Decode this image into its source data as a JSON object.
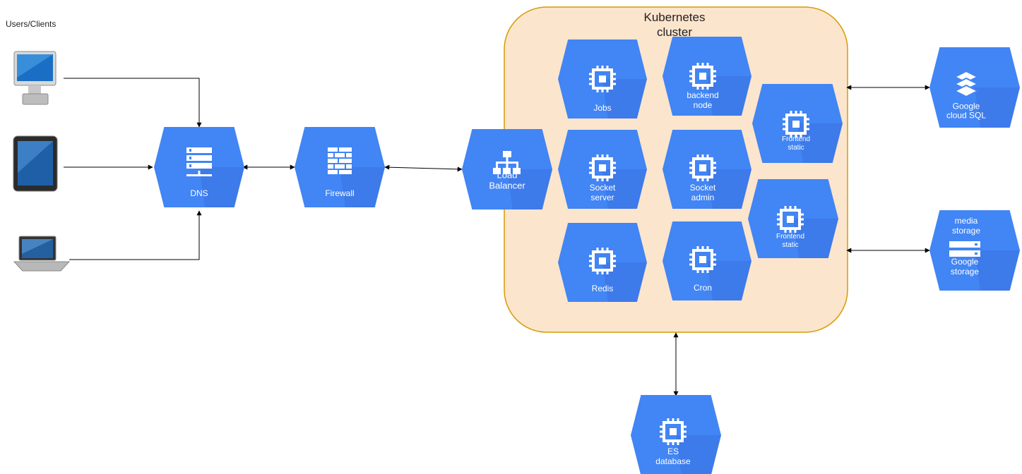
{
  "colors": {
    "hex": "#4285f4",
    "hex_shade": "#3367d6",
    "cluster_fill": "#fce5cd",
    "cluster_stroke": "#d79b00",
    "connector": "#000000"
  },
  "users": {
    "title": "Users/Clients",
    "devices": [
      {
        "icon": "desktop-monitor-icon"
      },
      {
        "icon": "tablet-icon"
      },
      {
        "icon": "laptop-icon"
      }
    ]
  },
  "cluster": {
    "title_line1": "Kubernetes",
    "title_line2": "cluster"
  },
  "nodes": {
    "dns": {
      "lines": [
        "DNS"
      ],
      "icon": "dns-server-icon"
    },
    "firewall": {
      "lines": [
        "Firewall"
      ],
      "icon": "firewall-icon"
    },
    "load_balancer": {
      "lines": [
        "Load",
        "Balancer"
      ],
      "icon": "load-balancer-icon"
    },
    "jobs": {
      "lines": [
        "Jobs"
      ],
      "icon": "chip-icon"
    },
    "backend_node": {
      "lines": [
        "backend",
        "node"
      ],
      "icon": "chip-icon"
    },
    "frontend_static_1": {
      "lines": [
        "Frontend",
        "static"
      ],
      "icon": "chip-icon"
    },
    "socket_server": {
      "lines": [
        "Socket",
        "server"
      ],
      "icon": "chip-icon"
    },
    "socket_admin": {
      "lines": [
        "Socket",
        "admin"
      ],
      "icon": "chip-icon"
    },
    "frontend_static_2": {
      "lines": [
        "Frontend",
        "static"
      ],
      "icon": "chip-icon"
    },
    "redis": {
      "lines": [
        "Redis"
      ],
      "icon": "chip-icon"
    },
    "cron": {
      "lines": [
        "Cron"
      ],
      "icon": "chip-icon"
    },
    "google_cloud_sql": {
      "lines": [
        "Google",
        "cloud SQL"
      ],
      "icon": "cloud-sql-icon"
    },
    "google_storage": {
      "top": [
        "media",
        "storage"
      ],
      "lines": [
        "Google",
        "storage"
      ],
      "icon": "storage-icon"
    },
    "es_database": {
      "lines": [
        "ES",
        "database"
      ],
      "icon": "chip-icon"
    }
  }
}
